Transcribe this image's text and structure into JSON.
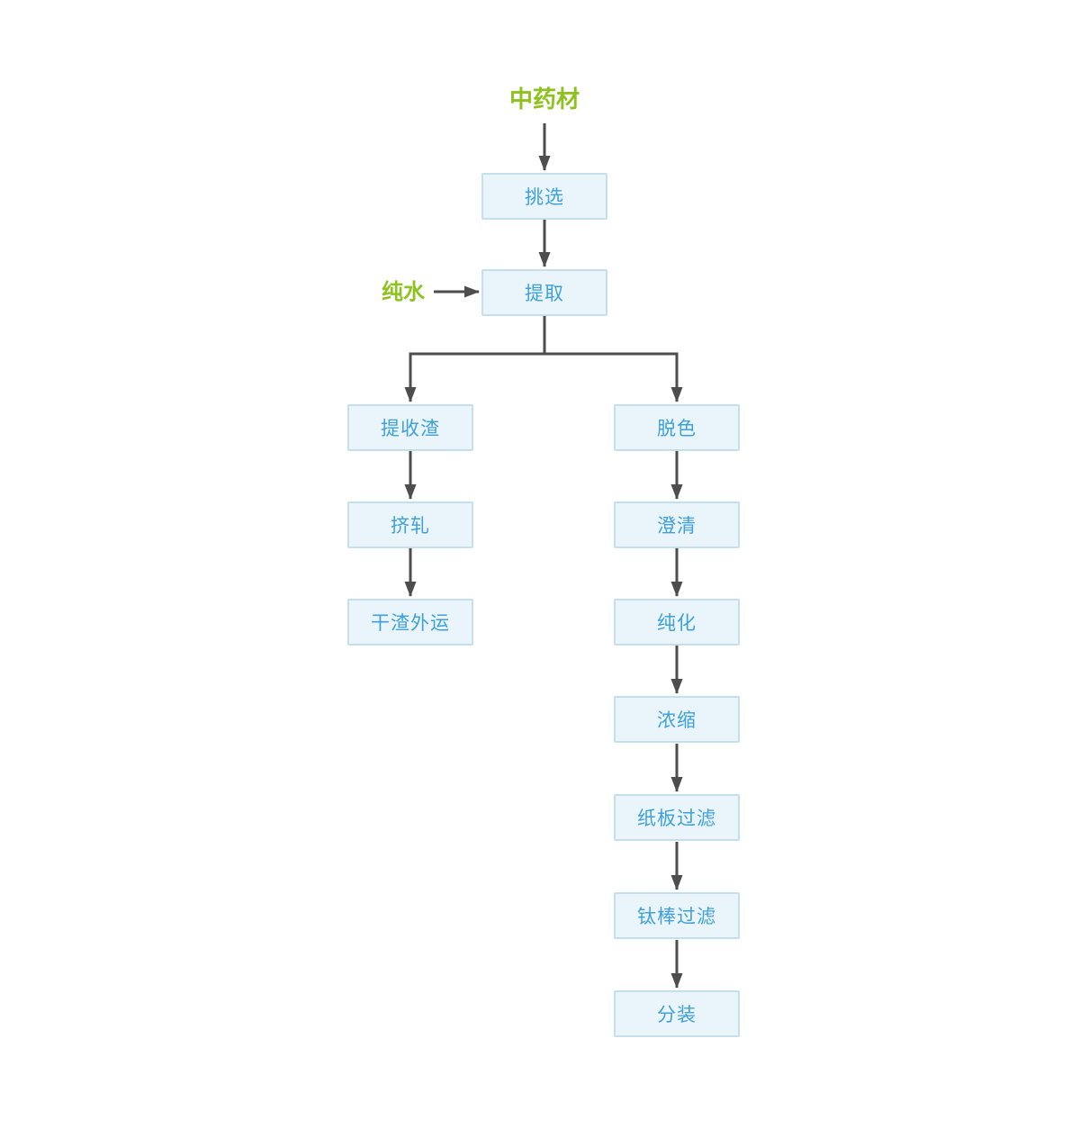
{
  "colors": {
    "canvas_bg": "#ffffff",
    "node_fill": "#e9f4fb",
    "node_border": "#c5dfed",
    "node_text": "#3fa0da",
    "input_label": "#8dc21f",
    "connector": "#4d4d4d"
  },
  "flowchart": {
    "source_label": "中药材",
    "water_label": "纯水",
    "nodes": [
      {
        "id": "select",
        "label": "挑选"
      },
      {
        "id": "extract",
        "label": "提取"
      },
      {
        "id": "residue",
        "label": "提收渣"
      },
      {
        "id": "press",
        "label": "挤轧"
      },
      {
        "id": "dry-residue-out",
        "label": "干渣外运"
      },
      {
        "id": "decolor",
        "label": "脱色"
      },
      {
        "id": "clarify",
        "label": "澄清"
      },
      {
        "id": "purify",
        "label": "纯化"
      },
      {
        "id": "concentrate",
        "label": "浓缩"
      },
      {
        "id": "cardboard-filter",
        "label": "纸板过滤"
      },
      {
        "id": "titanium-rod-filter",
        "label": "钛棒过滤"
      },
      {
        "id": "fill-package",
        "label": "分装"
      }
    ],
    "edges": [
      {
        "from": "中药材",
        "to": "挑选"
      },
      {
        "from": "挑选",
        "to": "提取"
      },
      {
        "from": "纯水",
        "to": "提取"
      },
      {
        "from": "提取",
        "to": "提收渣"
      },
      {
        "from": "提取",
        "to": "脱色"
      },
      {
        "from": "提收渣",
        "to": "挤轧"
      },
      {
        "from": "挤轧",
        "to": "干渣外运"
      },
      {
        "from": "脱色",
        "to": "澄清"
      },
      {
        "from": "澄清",
        "to": "纯化"
      },
      {
        "from": "纯化",
        "to": "浓缩"
      },
      {
        "from": "浓缩",
        "to": "纸板过滤"
      },
      {
        "from": "纸板过滤",
        "to": "钛棒过滤"
      },
      {
        "from": "钛棒过滤",
        "to": "分装"
      }
    ]
  }
}
